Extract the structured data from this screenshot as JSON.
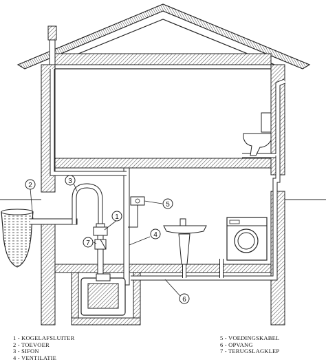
{
  "callouts": [
    {
      "number": "1"
    },
    {
      "number": "2"
    },
    {
      "number": "3"
    },
    {
      "number": "4"
    },
    {
      "number": "5"
    },
    {
      "number": "6"
    },
    {
      "number": "7"
    }
  ],
  "legend": {
    "left": [
      "1 - KOGELAFSLUITER",
      "2 - TOEVOER",
      "3 - SIFON",
      "4 - VENTILATIE"
    ],
    "right": [
      "5 - VOEDINGSKABEL",
      "6 - OPVANG",
      "7 - TERUGSLAGKLEP"
    ]
  }
}
